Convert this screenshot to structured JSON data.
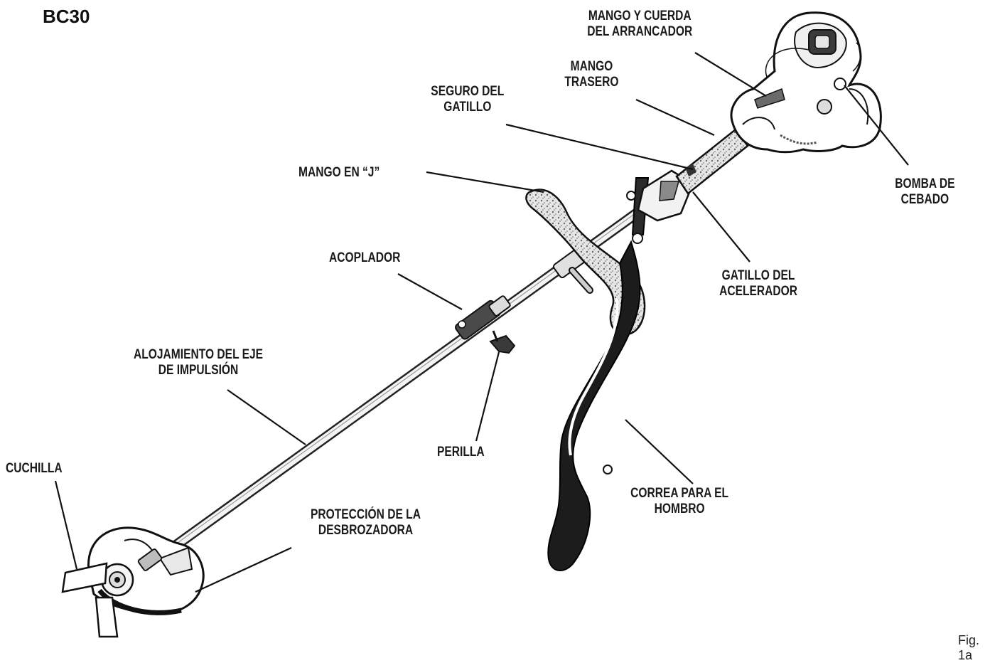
{
  "model": "BC30",
  "figure_ref": "Fig. 1a",
  "labels": {
    "starter": [
      "MANGO Y CUERDA",
      "DEL ARRANCADOR"
    ],
    "rear_handle": [
      "MANGO",
      "TRASERO"
    ],
    "trigger_lock": [
      "SEGURO DEL",
      "GATILLO"
    ],
    "j_handle": [
      "MANGO EN “J”"
    ],
    "primer": [
      "BOMBA DE",
      "CEBADO"
    ],
    "coupler": [
      "ACOPLADOR"
    ],
    "throttle": [
      "GATILLO DEL",
      "ACELERADOR"
    ],
    "shaft_housing": [
      "ALOJAMIENTO DEL EJE",
      "DE IMPULSIÓN"
    ],
    "knob": [
      "PERILLA"
    ],
    "blade": [
      "CUCHILLA"
    ],
    "guard": [
      "PROTECCIÓN DE LA",
      "DESBROZADORA"
    ],
    "strap": [
      "CORREA PARA EL",
      "HOMBRO"
    ]
  }
}
